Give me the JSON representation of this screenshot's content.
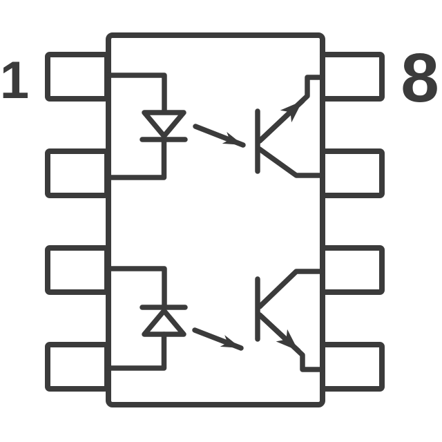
{
  "schematic": {
    "description": "Internal circuit schematic of a dual-channel optocoupler in an 8-pin package",
    "background_color": "#ffffff",
    "stroke_color": "#3b3b3b",
    "pin_labels": {
      "pin1": "1",
      "pin8": "8"
    },
    "icons": {
      "package": "ic-body-outline",
      "channel1_input": "led-diode-icon (cathode down)",
      "channel1_output": "phototransistor-icon (emitter arrow up)",
      "channel2_input": "led-diode-icon (cathode up)",
      "channel2_output": "phototransistor-icon (emitter arrow down)",
      "coupling": "light-arrow-icon"
    }
  }
}
